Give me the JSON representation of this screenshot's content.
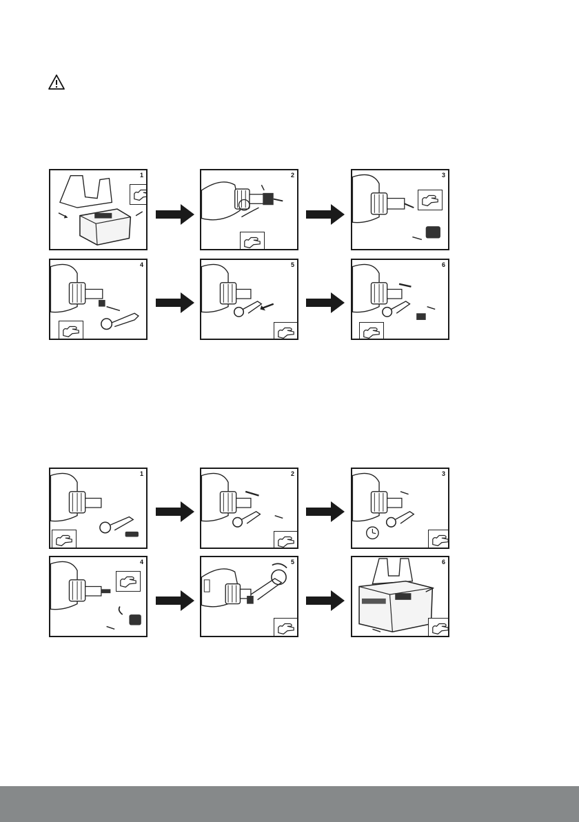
{
  "sections": [
    {
      "panels": [
        {
          "num": "1",
          "scene": "battery"
        },
        {
          "num": "2",
          "scene": "tool"
        },
        {
          "num": "3",
          "scene": "tool"
        },
        {
          "num": "4",
          "scene": "tool"
        },
        {
          "num": "5",
          "scene": "tool"
        },
        {
          "num": "6",
          "scene": "tool"
        }
      ]
    },
    {
      "panels": [
        {
          "num": "1",
          "scene": "tool"
        },
        {
          "num": "2",
          "scene": "tool"
        },
        {
          "num": "3",
          "scene": "tool"
        },
        {
          "num": "4",
          "scene": "tool"
        },
        {
          "num": "5",
          "scene": "tool"
        },
        {
          "num": "6",
          "scene": "battery"
        }
      ]
    }
  ],
  "icons": {
    "warning": "warning-triangle-icon",
    "hand": "hand-icon",
    "arrow": "right-arrow-icon",
    "clock": "clock-icon"
  },
  "colors": {
    "footer": "#86898a",
    "line": "#1a1a1a"
  }
}
